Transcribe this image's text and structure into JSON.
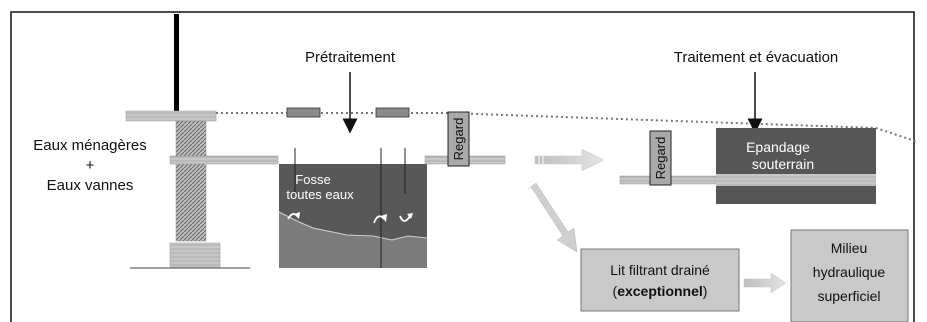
{
  "labels": {
    "pretraitement": "Prétraitement",
    "traitement": "Traitement et évacuation",
    "eaux_menageres": "Eaux ménagères",
    "plus": "+",
    "eaux_vannes": "Eaux vannes",
    "fosse_line1": "Fosse",
    "fosse_line2": "toutes eaux",
    "regard": "Regard",
    "epandage_line1": "Epandage",
    "epandage_line2": "souterrain",
    "lit_line1": "Lit filtrant drainé",
    "lit_paren_open": "(",
    "lit_bold": "exceptionnel",
    "lit_paren_close": ")",
    "milieu_line1": "Milieu",
    "milieu_line2": "hydraulique",
    "milieu_line3": "superficiel"
  },
  "colors": {
    "frame": "#111111",
    "dark_box": "#555555",
    "sludge": "#7a7a7a",
    "light_box": "#cfcfcf",
    "arrow_fill": "#d6d6d6",
    "hatch": "#8c8c8c"
  }
}
